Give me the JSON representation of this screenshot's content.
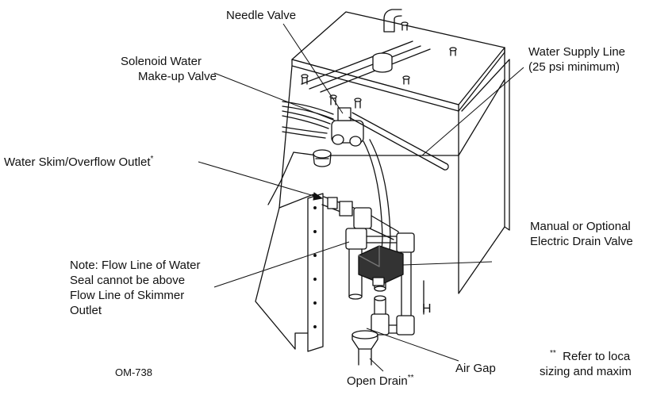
{
  "labels": {
    "needle_valve": "Needle Valve",
    "solenoid_line1": "Solenoid Water",
    "solenoid_line2": "Make-up Valve",
    "water_supply_line1": "Water Supply Line",
    "water_supply_line2": "(25 psi minimum)",
    "skim_outlet": "Water Skim/Overflow Outlet",
    "skim_outlet_mark": "*",
    "drain_valve_line1": "Manual or Optional",
    "drain_valve_line2": "Electric Drain Valve",
    "note_line1": "Note:  Flow Line of Water",
    "note_line2": "Seal cannot be above",
    "note_line3": "Flow Line of Skimmer",
    "note_line4": "Outlet",
    "h_label": "H",
    "air_gap": "Air Gap",
    "open_drain": "Open Drain",
    "open_drain_mark": "**",
    "footnote_mark": "**",
    "footnote_line1": "Refer to loca",
    "footnote_line2": "sizing and maxim",
    "figure_id": "OM-738"
  }
}
